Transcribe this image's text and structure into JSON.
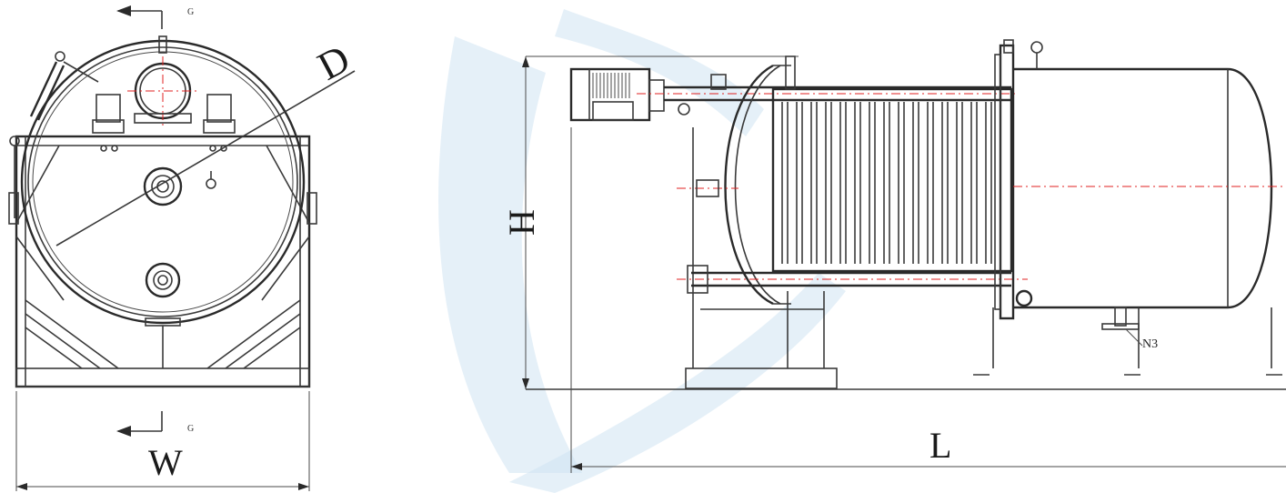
{
  "labels": {
    "diameter": "D",
    "width": "W",
    "height": "H",
    "length": "L",
    "section_top": "G",
    "section_bottom": "G",
    "nozzle": "N3"
  },
  "colors": {
    "line": "#3a3a3a",
    "centerline": "#e02020",
    "watermark": "#cfe3f2"
  }
}
